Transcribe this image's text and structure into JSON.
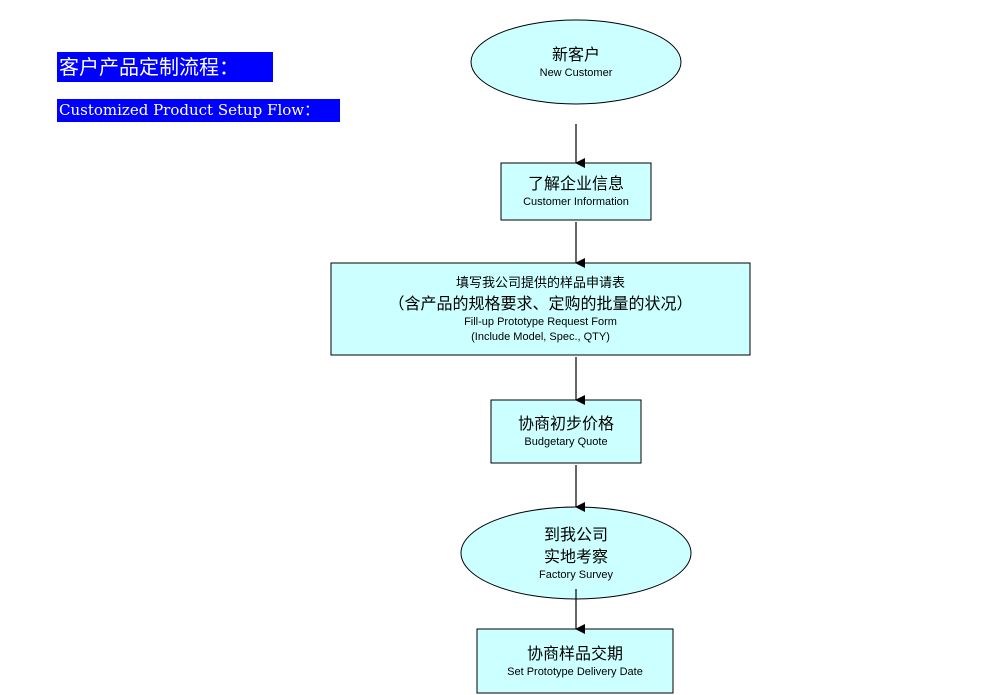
{
  "title": {
    "cn": "客户产品定制流程：",
    "en": "Customized Product Setup Flow："
  },
  "colors": {
    "title_bg": "#0000FF",
    "title_fg": "#FFFFFF",
    "node_fill": "#CCFFFF",
    "stroke": "#000000"
  },
  "flow": {
    "new_customer": {
      "cn": "新客户",
      "en": "New Customer"
    },
    "customer_info": {
      "cn": "了解企业信息",
      "en": "Customer Information"
    },
    "request_form": {
      "cn1": "填写我公司提供的样品申请表",
      "cn2": "（含产品的规格要求、定购的批量的状况）",
      "en1": "Fill-up Prototype Request Form",
      "en2": "(Include Model, Spec., QTY)"
    },
    "budget_quote": {
      "cn": "协商初步价格",
      "en": "Budgetary Quote"
    },
    "factory_survey": {
      "cn1": "到我公司",
      "cn2": "实地考察",
      "en": "Factory Survey"
    },
    "delivery_date": {
      "cn": "协商样品交期",
      "en": "Set Prototype Delivery Date"
    }
  }
}
